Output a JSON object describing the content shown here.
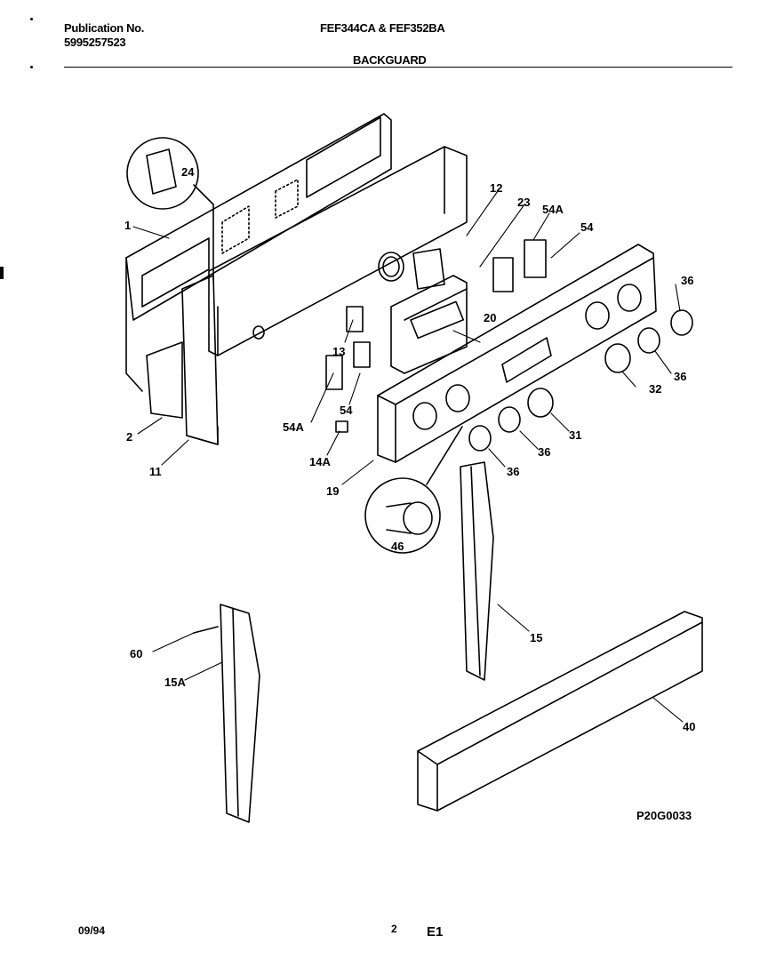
{
  "header": {
    "publication_label": "Publication No.",
    "publication_number": "5995257523",
    "models": "FEF344CA & FEF352BA",
    "section": "BACKGUARD"
  },
  "diagram_id": "P20G0033",
  "footer": {
    "date": "09/94",
    "page": "2",
    "code": "E1"
  },
  "callouts": {
    "c1": "1",
    "c2": "2",
    "c11": "11",
    "c12": "12",
    "c13": "13",
    "c14A": "14A",
    "c15": "15",
    "c15A": "15A",
    "c19": "19",
    "c20": "20",
    "c23": "23",
    "c24": "24",
    "c31": "31",
    "c32": "32",
    "c36a": "36",
    "c36b": "36",
    "c36c": "36",
    "c36d": "36",
    "c40": "40",
    "c46": "46",
    "c54a": "54",
    "c54b": "54",
    "c54Aa": "54A",
    "c54Ab": "54A",
    "c60": "60"
  }
}
